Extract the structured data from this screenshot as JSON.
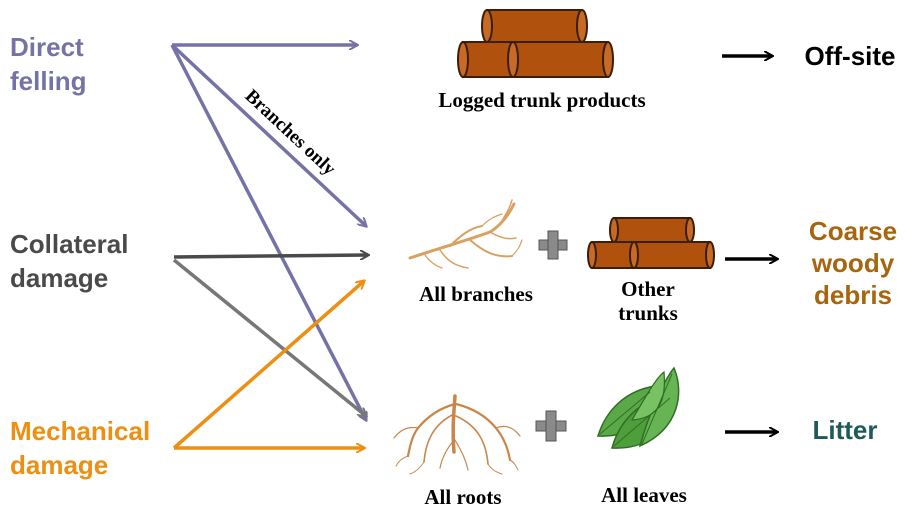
{
  "colors": {
    "direct": "#7472a6",
    "collateral": "#4a4a4a",
    "collateral_arrow": "#777777",
    "mechanical": "#ec8f12",
    "coarse": "#a8650f",
    "litter": "#1f5a5a",
    "wood_fill": "#b0520e",
    "wood_edge": "#3a1e08",
    "branch": "#d9a060",
    "root": "#c9864a",
    "plus": "#8a8a8a",
    "leaf": "#4f9e3c"
  },
  "sources": {
    "direct": [
      "Direct",
      "felling"
    ],
    "collateral": [
      "Collateral",
      "damage"
    ],
    "mechanical": [
      "Mechanical",
      "damage"
    ]
  },
  "arrow_label": "Branches only",
  "components": {
    "logged": "Logged trunk products",
    "branches": "All branches",
    "other_trunks": [
      "Other",
      "trunks"
    ],
    "roots": "All roots",
    "leaves": "All leaves"
  },
  "outcomes": {
    "offsite": "Off-site",
    "coarse": [
      "Coarse",
      "woody",
      "debris"
    ],
    "litter": "Litter"
  },
  "icons": {
    "logs": "stacked-logs-icon",
    "branches": "branches-icon",
    "roots": "roots-icon",
    "leaves": "leaves-icon",
    "plus": "plus-icon"
  }
}
